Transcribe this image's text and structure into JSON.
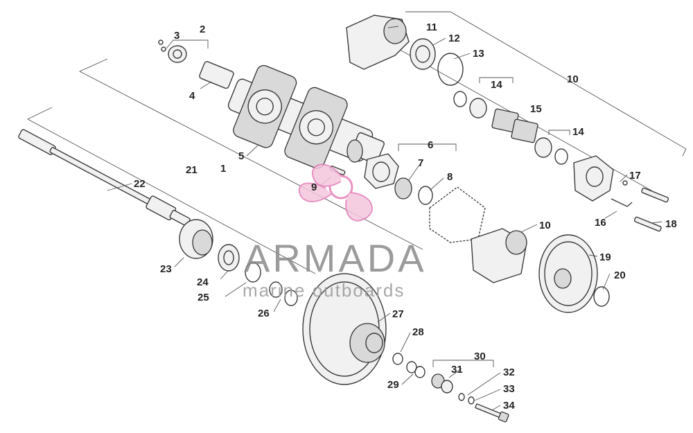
{
  "watermark": {
    "brand": "ARMADA",
    "tagline": "marine outboards",
    "logo_color": "#e37fb8"
  },
  "callouts": [
    "1",
    "2",
    "3",
    "4",
    "5",
    "6",
    "7",
    "8",
    "9",
    "10",
    "10",
    "11",
    "12",
    "13",
    "14",
    "14",
    "15",
    "16",
    "17",
    "18",
    "19",
    "20",
    "21",
    "22",
    "23",
    "24",
    "25",
    "26",
    "27",
    "28",
    "29",
    "30",
    "31",
    "32",
    "33",
    "34"
  ]
}
